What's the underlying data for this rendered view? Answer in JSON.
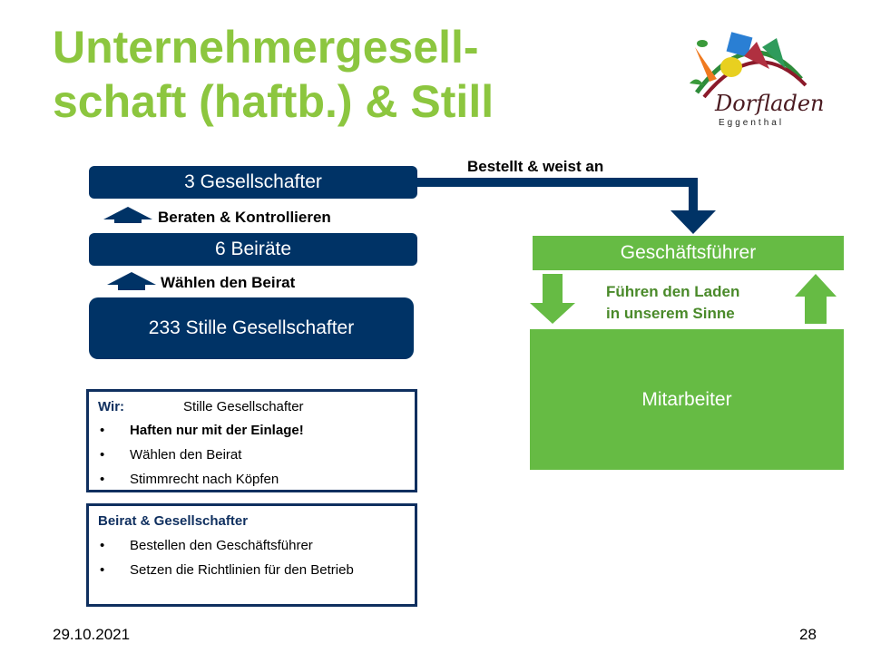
{
  "title": {
    "line1": "Unternehmergesell-",
    "line2": "schaft (haftb.) & Still"
  },
  "logo": {
    "name": "Dorfladen",
    "subtitle": "Eggenthal"
  },
  "left_chain": {
    "gesellschafter": "3 Gesellschafter",
    "arrow1_label": "Beraten & Kontrollieren",
    "beiraete": "6 Beiräte",
    "arrow2_label": "Wählen den Beirat",
    "stille": "233 Stille Gesellschafter"
  },
  "right_chain": {
    "connector_label": "Bestellt & weist an",
    "geschaeftsfuehrer": "Geschäftsführer",
    "mid_label_line1": "Führen den Laden",
    "mid_label_line2": "in unserem Sinne",
    "mitarbeiter": "Mitarbeiter"
  },
  "wir_box": {
    "heading": "Wir:",
    "heading_value": "Stille Gesellschafter",
    "items": [
      "Haften nur mit der Einlage!",
      "Wählen den Beirat",
      "Stimmrecht nach Köpfen"
    ]
  },
  "beirat_box": {
    "heading": "Beirat & Gesellschafter",
    "items": [
      "Bestellen den Geschäftsführer",
      "Setzen die Richtlinien für den Betrieb"
    ]
  },
  "footer": {
    "date": "29.10.2021",
    "page": "28"
  },
  "colors": {
    "navy": "#003366",
    "green": "#66bb44",
    "title_green": "#8cc63f"
  }
}
